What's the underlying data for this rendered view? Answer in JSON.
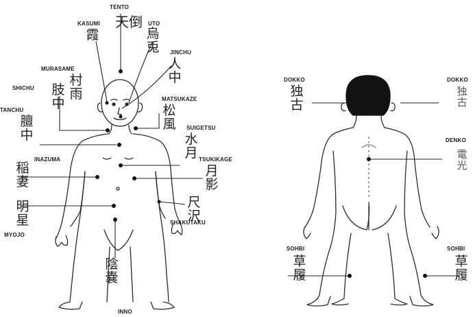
{
  "front": {
    "labels": {
      "tento": "TENTO",
      "kasumi": "KASUMI",
      "uto": "UTO",
      "jinchu": "JINCHU",
      "murasame": "MURASAME",
      "shichu": "SHICHU",
      "matsukaze": "MATSUKAZE",
      "tanchu": "TANCHU",
      "suigetsu": "SUIGETSU",
      "inazuma": "INAZUMA",
      "tsukikage": "TSUKIKAGE",
      "myojo": "MYOJO",
      "shakutaku": "SHAKUTAKU",
      "inno": "INNO"
    },
    "kanji": {
      "tento": "天倒",
      "kasumi": "霞",
      "uto": "烏兎",
      "jinchu": "人中",
      "murasame": "村雨",
      "shichu": "肢中",
      "matsukaze": "松風",
      "tanchu": "膻中",
      "suigetsu": "水月",
      "inazuma": "稲妻",
      "tsukikage": "月影",
      "myojo": "明星",
      "shakutaku": "尺沢",
      "inno": "陰嚢"
    }
  },
  "back": {
    "labels": {
      "dokko_left": "DOKKO",
      "dokko_right": "DOKKO",
      "denko": "DENKO",
      "sohbi_left": "SOHBI",
      "sohbi_right": "SOHBI"
    },
    "kanji": {
      "dokko_left": "独古",
      "dokko_right": "独古",
      "denko": "電光",
      "sohbi_left": "草履",
      "sohbi_right": "草履"
    }
  }
}
